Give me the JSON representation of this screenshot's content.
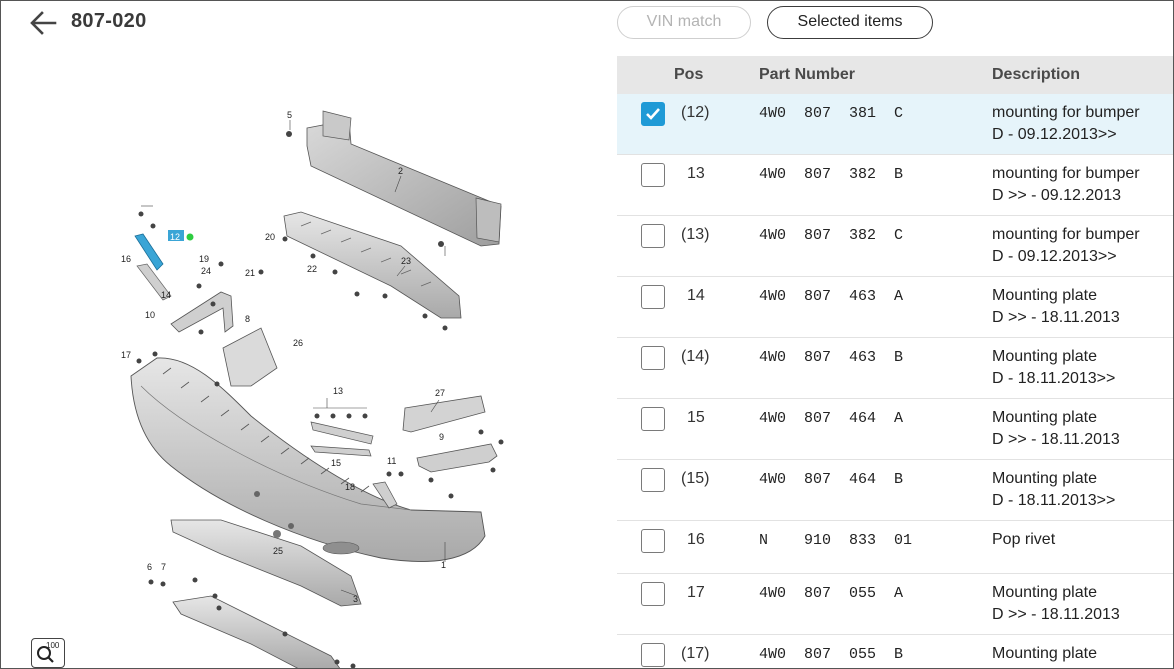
{
  "header": {
    "title": "807-020",
    "vin_match_label": "VIN match",
    "selected_items_label": "Selected items"
  },
  "diagram": {
    "zoom_label": "100",
    "callouts": [
      "5",
      "2",
      "12",
      "16",
      "19",
      "24",
      "20",
      "21",
      "22",
      "23",
      "8",
      "10",
      "26",
      "17",
      "13",
      "27",
      "9",
      "18",
      "11",
      "15",
      "14",
      "25",
      "1",
      "3",
      "6",
      "7"
    ],
    "accent_colors": {
      "highlight": "#3aa5d6",
      "active_dot": "#2ecc40"
    }
  },
  "table": {
    "headers": {
      "pos": "Pos",
      "part_number": "Part Number",
      "description": "Description"
    },
    "rows": [
      {
        "pos": "(12)",
        "part_number": "4W0  807  381  C",
        "desc1": "mounting for bumper",
        "desc2": "D - 09.12.2013>>",
        "checked": true
      },
      {
        "pos": "13",
        "part_number": "4W0  807  382  B",
        "desc1": "mounting for bumper",
        "desc2": "D >> - 09.12.2013",
        "checked": false
      },
      {
        "pos": "(13)",
        "part_number": "4W0  807  382  C",
        "desc1": "mounting for bumper",
        "desc2": "D - 09.12.2013>>",
        "checked": false
      },
      {
        "pos": "14",
        "part_number": "4W0  807  463  A",
        "desc1": "Mounting plate",
        "desc2": "D >> - 18.11.2013",
        "checked": false
      },
      {
        "pos": "(14)",
        "part_number": "4W0  807  463  B",
        "desc1": "Mounting plate",
        "desc2": "D - 18.11.2013>>",
        "checked": false
      },
      {
        "pos": "15",
        "part_number": "4W0  807  464  A",
        "desc1": "Mounting plate",
        "desc2": "D >> - 18.11.2013",
        "checked": false
      },
      {
        "pos": "(15)",
        "part_number": "4W0  807  464  B",
        "desc1": "Mounting plate",
        "desc2": "D - 18.11.2013>>",
        "checked": false
      },
      {
        "pos": "16",
        "part_number": "N    910  833  01",
        "desc1": "Pop rivet",
        "desc2": "",
        "checked": false
      },
      {
        "pos": "17",
        "part_number": "4W0  807  055  A",
        "desc1": "Mounting plate",
        "desc2": "D >> - 18.11.2013",
        "checked": false
      },
      {
        "pos": "(17)",
        "part_number": "4W0  807  055  B",
        "desc1": "Mounting plate",
        "desc2": "",
        "checked": false
      }
    ]
  }
}
